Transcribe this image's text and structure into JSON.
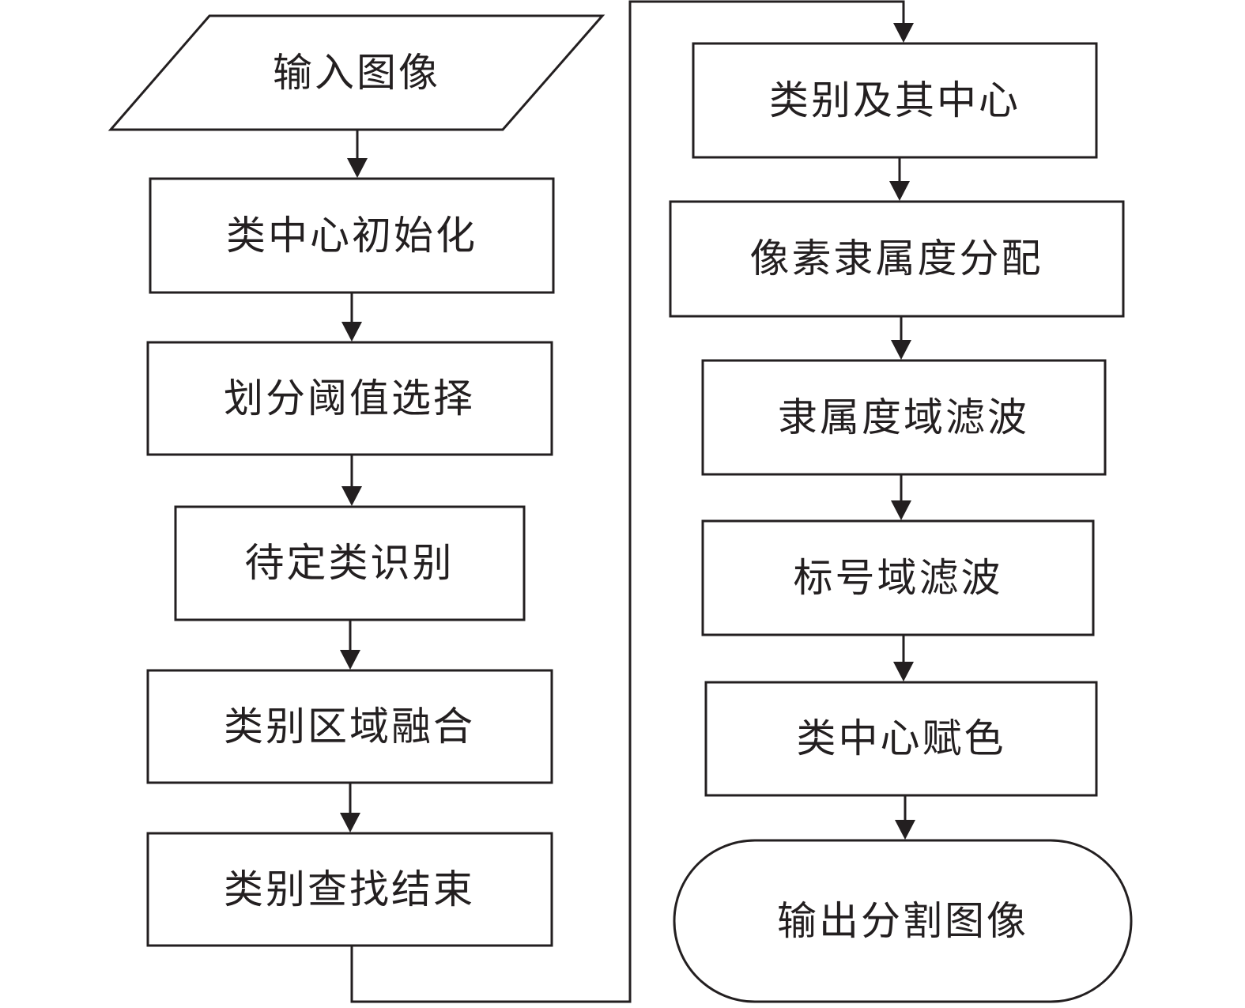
{
  "flowchart": {
    "colors": {
      "stroke": "#231f20",
      "fill": "#ffffff",
      "text": "#231f20"
    },
    "nodes": [
      {
        "id": "input-image",
        "shape": "parallelogram",
        "label": "输入图像"
      },
      {
        "id": "class-center-init",
        "shape": "rect",
        "label": "类中心初始化"
      },
      {
        "id": "threshold-select",
        "shape": "rect",
        "label": "划分阈值选择"
      },
      {
        "id": "pending-class-identify",
        "shape": "rect",
        "label": "待定类识别"
      },
      {
        "id": "class-region-merge",
        "shape": "rect",
        "label": "类别区域融合"
      },
      {
        "id": "class-search-end",
        "shape": "rect",
        "label": "类别查找结束"
      },
      {
        "id": "classes-and-centers",
        "shape": "rect",
        "label": "类别及其中心"
      },
      {
        "id": "pixel-membership-assign",
        "shape": "rect",
        "label": "像素隶属度分配"
      },
      {
        "id": "membership-domain-filter",
        "shape": "rect",
        "label": "隶属度域滤波"
      },
      {
        "id": "label-domain-filter",
        "shape": "rect",
        "label": "标号域滤波"
      },
      {
        "id": "class-center-coloring",
        "shape": "rect",
        "label": "类中心赋色"
      },
      {
        "id": "output-segmented-image",
        "shape": "terminator",
        "label": "输出分割图像"
      }
    ],
    "edges": [
      {
        "from": "input-image",
        "to": "class-center-init"
      },
      {
        "from": "class-center-init",
        "to": "threshold-select"
      },
      {
        "from": "threshold-select",
        "to": "pending-class-identify"
      },
      {
        "from": "pending-class-identify",
        "to": "class-region-merge"
      },
      {
        "from": "class-region-merge",
        "to": "class-search-end"
      },
      {
        "from": "class-search-end",
        "to": "classes-and-centers"
      },
      {
        "from": "classes-and-centers",
        "to": "pixel-membership-assign"
      },
      {
        "from": "pixel-membership-assign",
        "to": "membership-domain-filter"
      },
      {
        "from": "membership-domain-filter",
        "to": "label-domain-filter"
      },
      {
        "from": "label-domain-filter",
        "to": "class-center-coloring"
      },
      {
        "from": "class-center-coloring",
        "to": "output-segmented-image"
      }
    ]
  }
}
